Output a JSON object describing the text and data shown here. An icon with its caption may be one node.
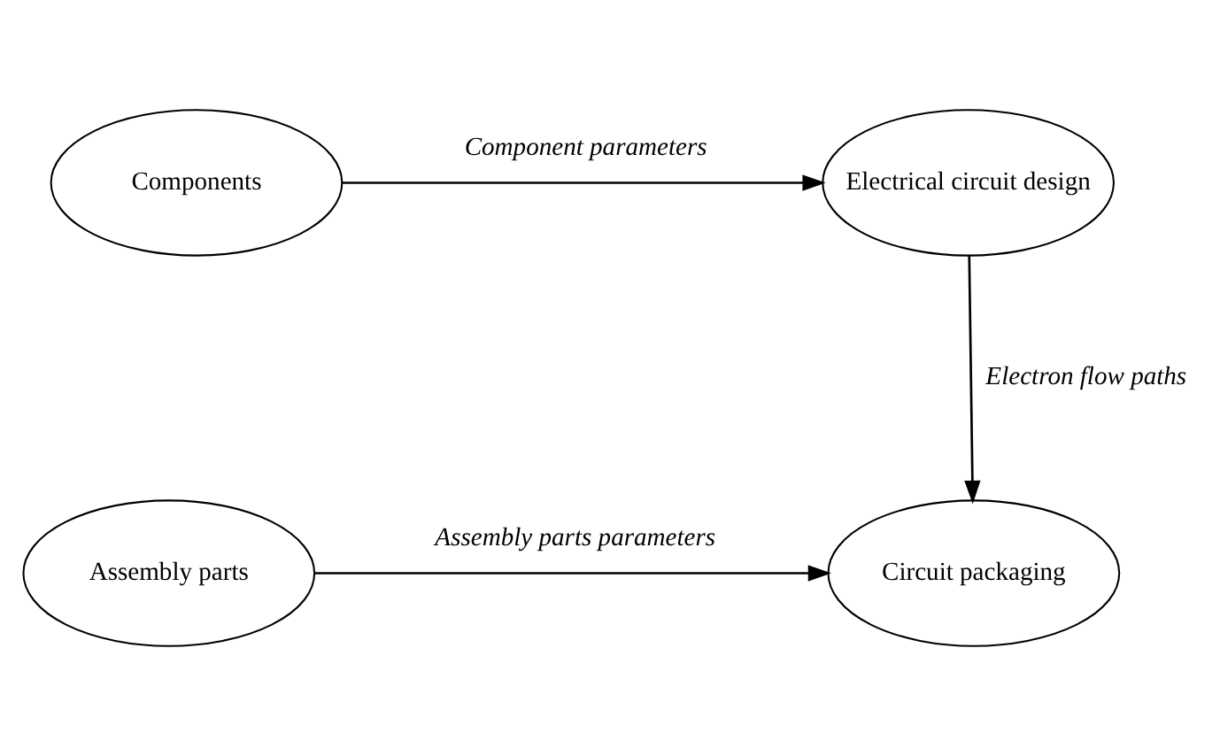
{
  "diagram": {
    "nodes": [
      {
        "text": [
          "Components"
        ]
      },
      {
        "text": [
          "Electrical circuit design"
        ]
      },
      {
        "text": [
          "Assembly parts"
        ]
      },
      {
        "text": [
          "Circuit packaging"
        ]
      }
    ],
    "edges": [
      {
        "from": 0,
        "to": 1,
        "arrow": "to",
        "label": "Component parameters"
      },
      {
        "from": 1,
        "to": 3,
        "arrow": "to",
        "label": "Electron flow paths"
      },
      {
        "from": 2,
        "to": 3,
        "arrow": "to",
        "label": "Assembly parts parameters"
      }
    ]
  }
}
